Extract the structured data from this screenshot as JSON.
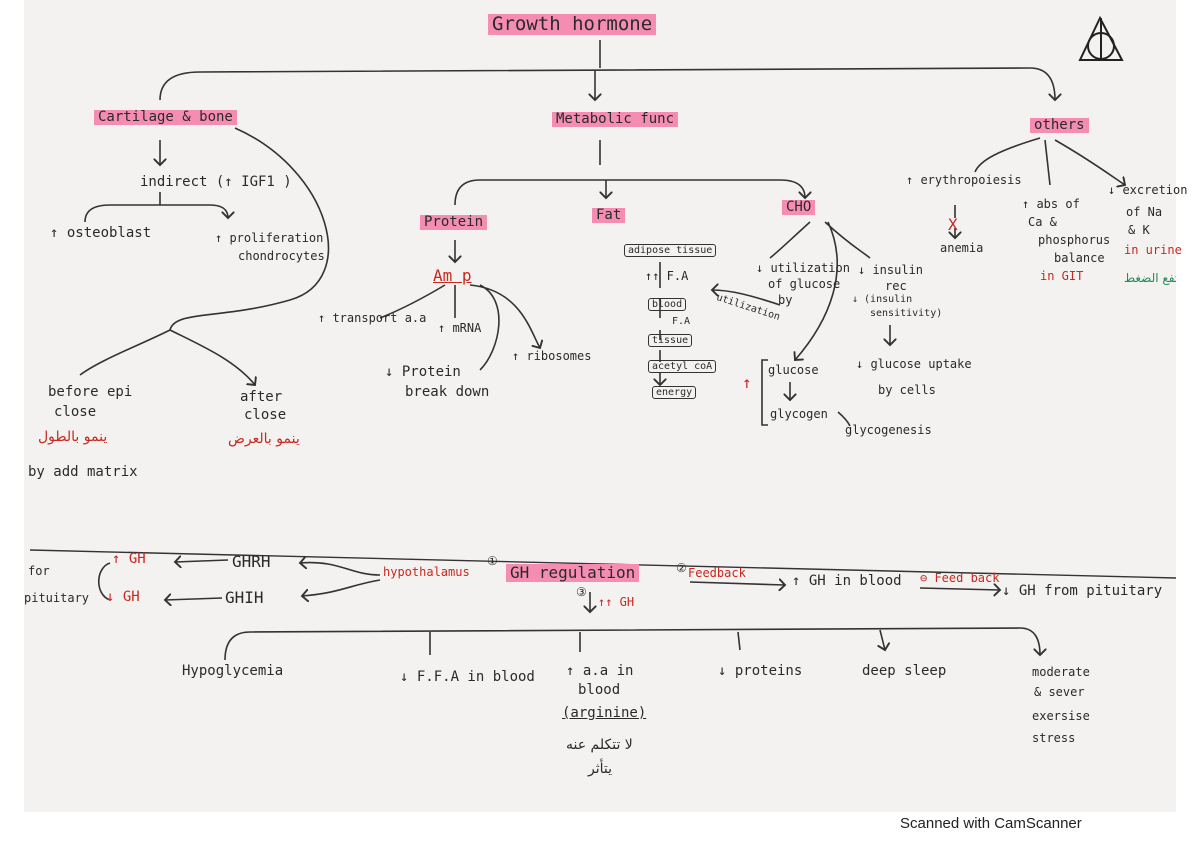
{
  "title": "Growth hormone",
  "branches": {
    "cartilage": "Cartilage & bone",
    "metabolic": "Metabolic func",
    "others": "others"
  },
  "cartilage": {
    "indirect": "indirect (↑ IGF1 )",
    "osteoblast": "↑ osteoblast",
    "proliferation_1": "↑ proliferation",
    "proliferation_2": "chondrocytes",
    "before_1": "before epi",
    "before_2": "close",
    "before_ar": "ينمو بالطول",
    "after_1": "after",
    "after_2": "close",
    "after_ar": "ينمو بالعرض",
    "matrix": "by add matrix"
  },
  "metabolic": {
    "protein": "Protein",
    "fat": "Fat",
    "cho": "CHO",
    "amp": "Am p",
    "transport": "↑ transport a.a",
    "mrna": "↑ mRNA",
    "ribosomes": "↑ ribosomes",
    "breakdown_1": "↓ Protein",
    "breakdown_2": "break down",
    "adipose": "adipose tissue",
    "fa": "↑↑ F.A",
    "blood": "blood",
    "fa2": "F.A",
    "tissue": "tissue",
    "acetyl": "acetyl coA",
    "energy": "energy",
    "utilization_label": "utilization",
    "cho_utilization_1": "↓ utilization",
    "cho_utilization_2": "of glucose",
    "cho_utilization_3": "by",
    "insulin_1": "↓ insulin",
    "insulin_2": "rec",
    "insulin_3": "↓ (insulin",
    "insulin_4": "sensitivity)",
    "glucose_uptake_1": "↓ glucose uptake",
    "glucose_uptake_2": "by cells",
    "glucose": "glucose",
    "glycogen": "glycogen",
    "glycogenesis": "glycogenesis",
    "up_arrow": "↑"
  },
  "others": {
    "eryth": "↑ erythropoiesis",
    "anemia_x": "X",
    "anemia": "anemia",
    "abs_1": "↑ abs of",
    "abs_2": "Ca &",
    "abs_3": "phosphorus",
    "abs_4": "balance",
    "abs_5": "in GIT",
    "excr_1": "↓ excretion",
    "excr_2": "of Na",
    "excr_3": "& K",
    "excr_4": "in urine",
    "excr_ar": "ترتفع الضغط"
  },
  "regulation": {
    "title": "GH regulation",
    "hypothalamus": "hypothalamus",
    "num1": "①",
    "num2": "②",
    "num3": "③",
    "ghrh": "GHRH",
    "ghih": "GHIH",
    "up_gh": "↑ GH",
    "down_gh": "↓ GH",
    "for_1": "for",
    "for_2": "pituitary",
    "feedback": "Feedback",
    "gh_blood": "↑ GH in blood",
    "neg_feedback": "⊖ Feed back",
    "gh_pit": "↓ GH from pituitary",
    "upup_gh": "↑↑ GH"
  },
  "stimuli": {
    "hypoglycemia": "Hypoglycemia",
    "ffa": "↓ F.F.A in blood",
    "aa_1": "↑ a.a in",
    "aa_2": "blood",
    "aa_3": "(arginine)",
    "aa_ar_1": "لا تتكلم عنه",
    "aa_ar_2": "يتأثر",
    "proteins": "↓ proteins",
    "sleep": "deep sleep",
    "ex_1": "moderate",
    "ex_2": "& sever",
    "ex_3": "exersise",
    "ex_4": "stress"
  },
  "footer": "Scanned with CamScanner"
}
